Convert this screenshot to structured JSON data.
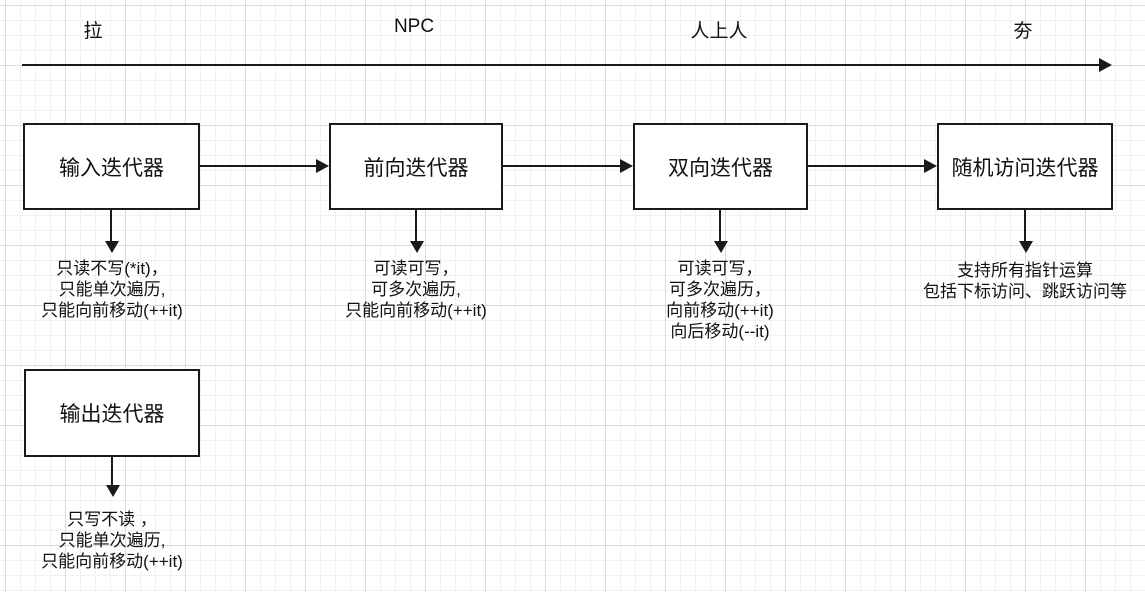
{
  "canvas": {
    "background": "#ffffff",
    "grid_minor_color": "#f1f1f1",
    "grid_major_color": "#dcdcdc",
    "stroke_color": "#1a1a1a",
    "text_color": "#111111"
  },
  "axis": {
    "tier_labels": [
      {
        "text": "拉"
      },
      {
        "text": "NPC"
      },
      {
        "text": "人上人"
      },
      {
        "text": "夯"
      }
    ]
  },
  "nodes": [
    {
      "label": "输入迭代器",
      "notes": [
        "只读不写(*it)，",
        "只能单次遍历,",
        "只能向前移动(++it)"
      ]
    },
    {
      "label": "前向迭代器",
      "notes": [
        "可读可写，",
        "可多次遍历,",
        "只能向前移动(++it)"
      ]
    },
    {
      "label": "双向迭代器",
      "notes": [
        "可读可写，",
        "可多次遍历，",
        "向前移动(++it)",
        "向后移动(--it)"
      ]
    },
    {
      "label": "随机访问迭代器",
      "notes": [
        "支持所有指针运算",
        "包括下标访问、跳跃访问等"
      ]
    },
    {
      "label": "输出迭代器",
      "notes": [
        "只写不读 ，",
        "只能单次遍历,",
        "只能向前移动(++it)"
      ]
    }
  ]
}
